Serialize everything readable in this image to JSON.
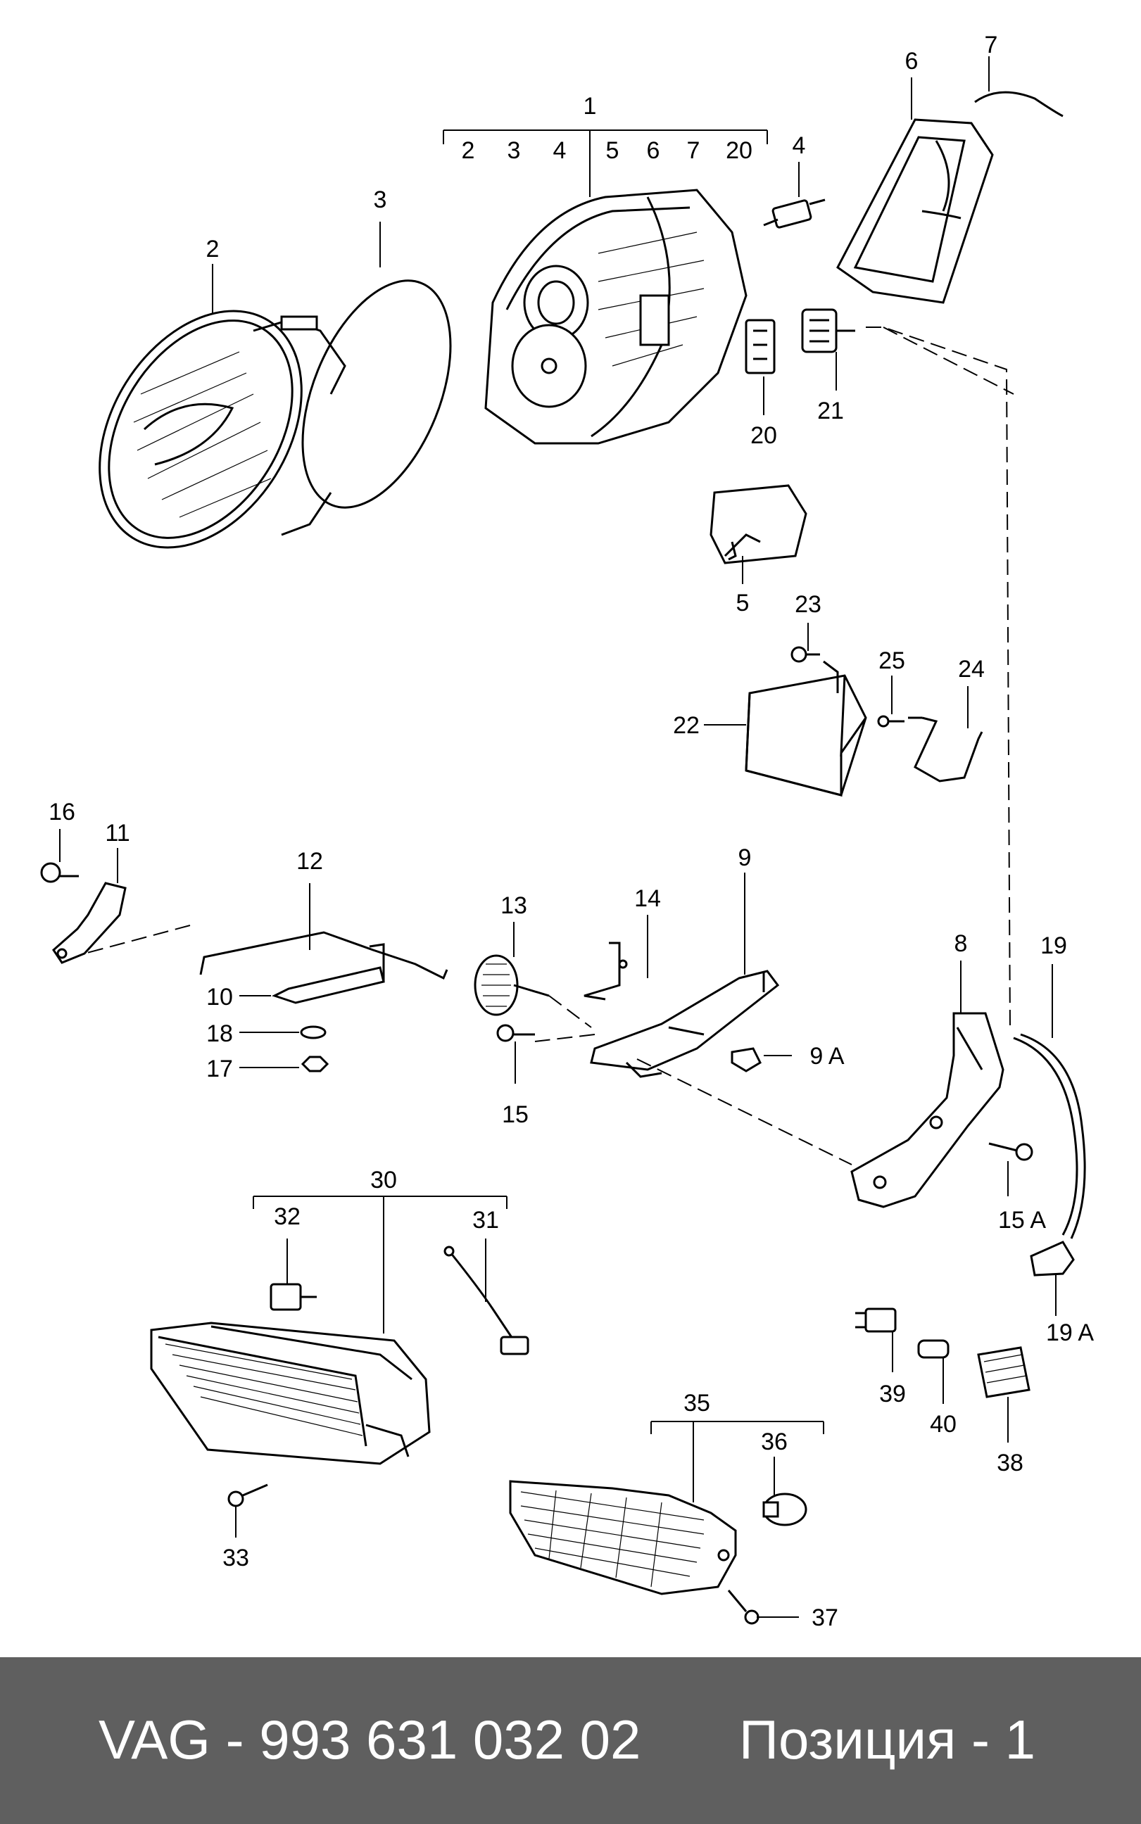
{
  "footer": {
    "part_number": "VAG - 993 631 032 02",
    "position": "Позиция - 1"
  },
  "callouts": {
    "c1": "1",
    "c1_2": "2",
    "c1_3": "3",
    "c1_4": "4",
    "c1_5": "5",
    "c1_6": "6",
    "c1_7": "7",
    "c1_20": "20",
    "c2": "2",
    "c3": "3",
    "c4": "4",
    "c5": "5",
    "c6": "6",
    "c7": "7",
    "c8": "8",
    "c9": "9",
    "c9a": "9 A",
    "c10": "10",
    "c11": "11",
    "c12": "12",
    "c13": "13",
    "c14": "14",
    "c15": "15",
    "c15a": "15 A",
    "c16": "16",
    "c17": "17",
    "c18": "18",
    "c19": "19",
    "c19a": "19 A",
    "c20": "20",
    "c21": "21",
    "c22": "22",
    "c23": "23",
    "c24": "24",
    "c25": "25",
    "c30": "30",
    "c31": "31",
    "c32": "32",
    "c33": "33",
    "c35": "35",
    "c36": "36",
    "c37": "37",
    "c38": "38",
    "c39": "39",
    "c40": "40"
  }
}
